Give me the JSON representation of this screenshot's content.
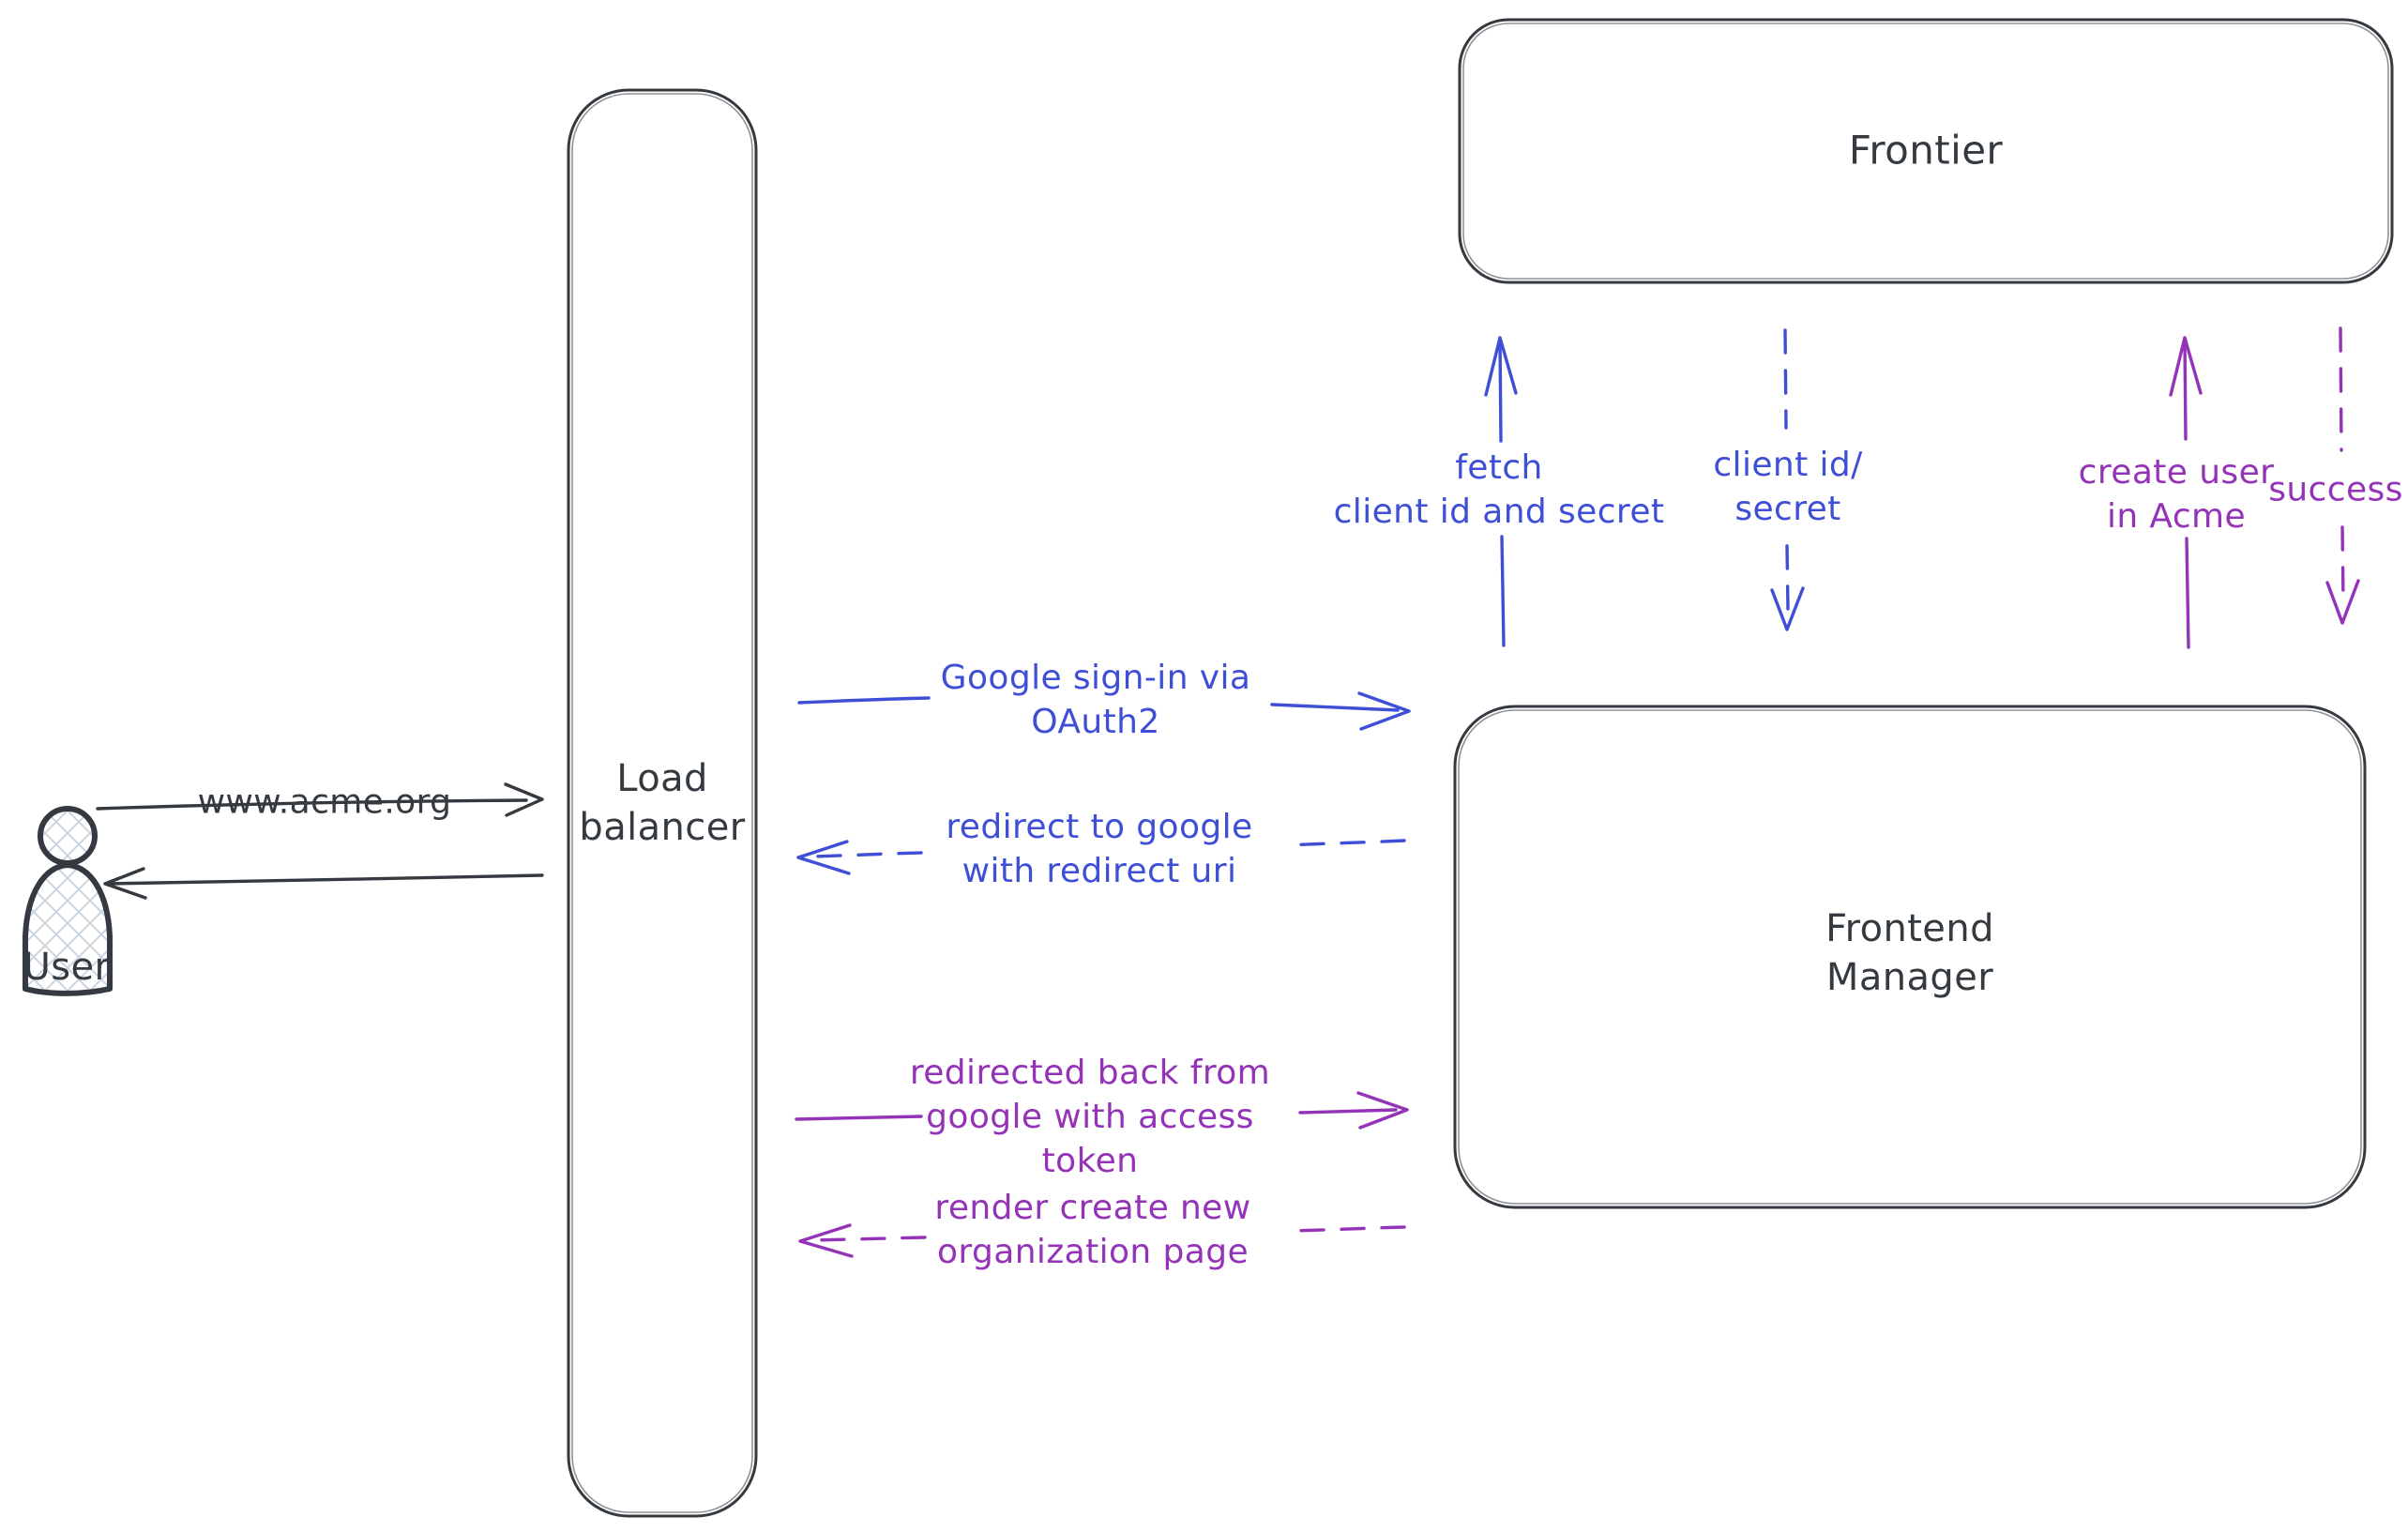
{
  "colors": {
    "background": "#ffffff",
    "ink": "#343a40",
    "blue": "#3e4ed6",
    "purple": "#9433b8",
    "hatch": "#ccd5de"
  },
  "nodes": {
    "user": {
      "label": "User",
      "shape": "person"
    },
    "load_balancer": {
      "label": "Load\nbalancer",
      "shape": "rounded-rectangle"
    },
    "frontier": {
      "label": "Frontier",
      "shape": "rounded-rectangle"
    },
    "frontend_manager": {
      "label": "Frontend\nManager",
      "shape": "rounded-rectangle"
    }
  },
  "edges": [
    {
      "id": "www-acme",
      "from": "user",
      "to": "load_balancer",
      "label": "www.acme.org",
      "style": "solid",
      "color": "ink"
    },
    {
      "id": "return-to-user",
      "from": "load_balancer",
      "to": "user",
      "label": "",
      "style": "solid",
      "color": "ink"
    },
    {
      "id": "google-signin",
      "from": "load_balancer",
      "to": "frontend_manager",
      "label": "Google sign-in via\nOAuth2",
      "style": "solid",
      "color": "blue"
    },
    {
      "id": "redirect-google",
      "from": "frontend_manager",
      "to": "load_balancer",
      "label": "redirect to google\nwith redirect uri",
      "style": "dashed",
      "color": "blue"
    },
    {
      "id": "redirected-back",
      "from": "load_balancer",
      "to": "frontend_manager",
      "label": "redirected back from\ngoogle with access\ntoken",
      "style": "solid",
      "color": "purple"
    },
    {
      "id": "render-create",
      "from": "frontend_manager",
      "to": "load_balancer",
      "label": "render create new\norganization page",
      "style": "dashed",
      "color": "purple"
    },
    {
      "id": "fetch-client",
      "from": "frontend_manager",
      "to": "frontier",
      "label": "fetch\nclient id and secret",
      "style": "solid",
      "color": "blue"
    },
    {
      "id": "client-id-secret",
      "from": "frontier",
      "to": "frontend_manager",
      "label": "client id/\nsecret",
      "style": "dashed",
      "color": "blue"
    },
    {
      "id": "create-user",
      "from": "frontend_manager",
      "to": "frontier",
      "label": "create user\nin Acme",
      "style": "solid",
      "color": "purple"
    },
    {
      "id": "success",
      "from": "frontier",
      "to": "frontend_manager",
      "label": "success",
      "style": "dashed",
      "color": "purple"
    }
  ]
}
